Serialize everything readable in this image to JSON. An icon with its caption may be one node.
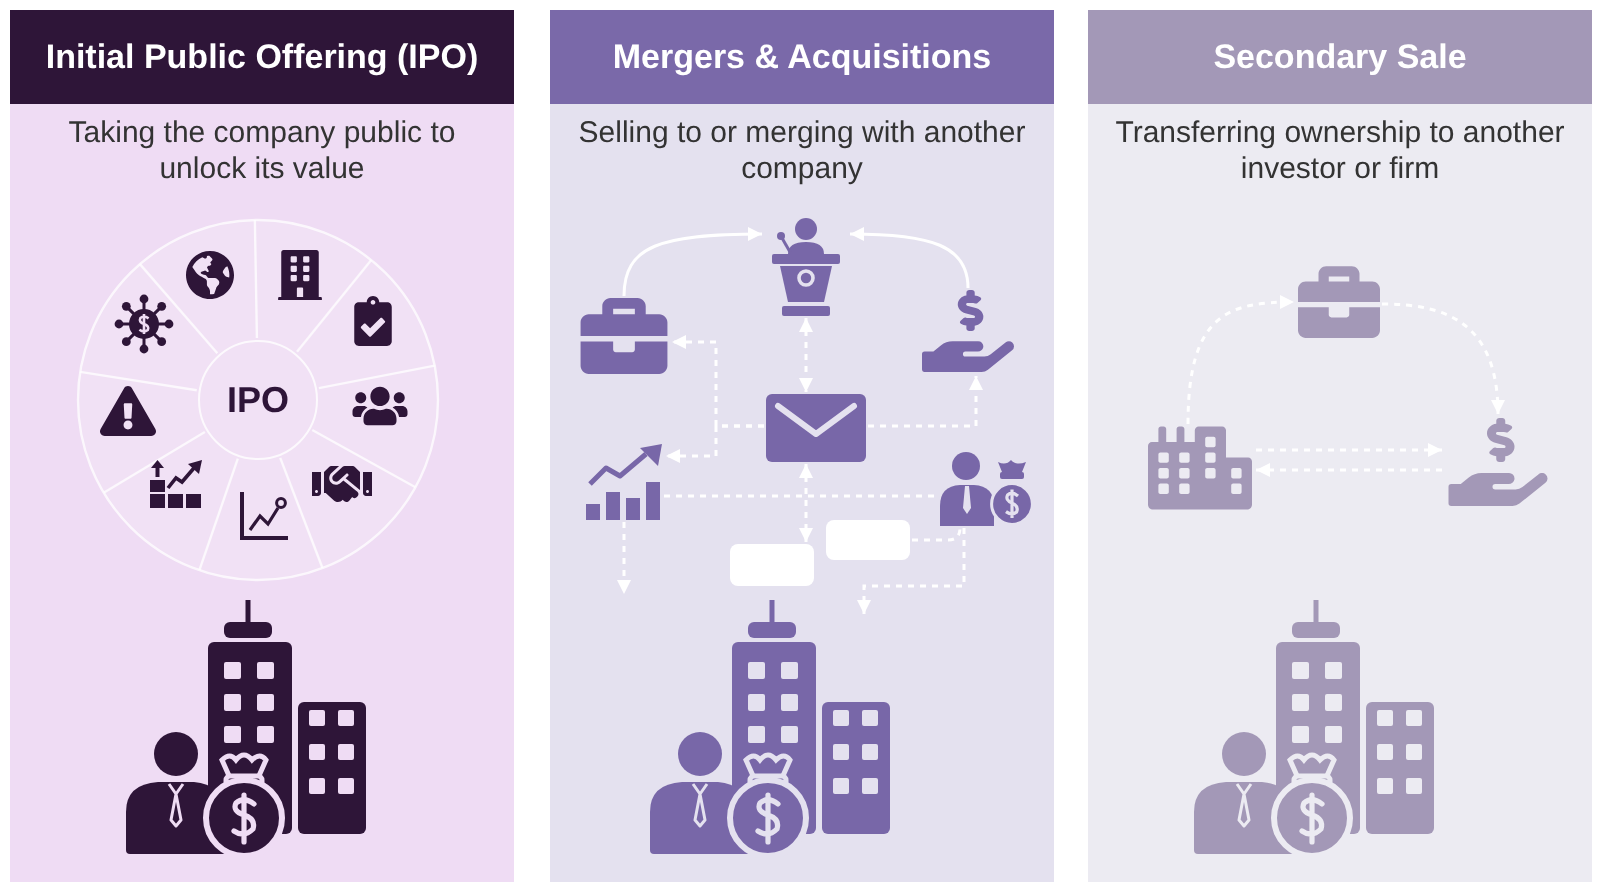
{
  "diagram": {
    "nodes": [
      {
        "text": [
          "Initial Public Offering (IPO)",
          "Taking the company public to unlock its value"
        ]
      },
      {
        "text": [
          "IPO"
        ],
        "in": 0
      },
      {
        "text": [
          "Mergers & Acquisitions",
          "Selling to or merging with another company"
        ]
      },
      {
        "text": [],
        "shape": "picture",
        "in": 2
      },
      {
        "text": [],
        "shape": "picture",
        "in": 2
      },
      {
        "text": [],
        "shape": "picture",
        "in": 2
      },
      {
        "text": [],
        "shape": "picture",
        "in": 2
      },
      {
        "text": [],
        "shape": "picture",
        "in": 2
      },
      {
        "text": [],
        "shape": "picture",
        "in": 2
      },
      {
        "text": [],
        "shape": "box",
        "in": 2
      },
      {
        "text": [],
        "shape": "box",
        "in": 2
      },
      {
        "text": [
          "Secondary Sale",
          "Transferring ownership to another investor or firm"
        ]
      },
      {
        "text": [],
        "shape": "picture",
        "in": 11
      },
      {
        "text": [],
        "shape": "picture",
        "in": 11
      },
      {
        "text": [],
        "shape": "picture",
        "in": 11
      }
    ],
    "edges": [
      {
        "from": 4,
        "to": 3,
        "arrow": "to"
      },
      {
        "from": 5,
        "to": 3,
        "arrow": "to"
      },
      {
        "from": 3,
        "to": 6,
        "arrow": "both",
        "style": "dashed"
      },
      {
        "from": 6,
        "to": 4,
        "arrow": "to",
        "style": "dashed"
      },
      {
        "from": 6,
        "to": 7,
        "arrow": "to",
        "style": "dashed"
      },
      {
        "from": 6,
        "to": 5,
        "arrow": "to",
        "style": "dashed"
      },
      {
        "from": 6,
        "to": 10,
        "arrow": "both",
        "style": "dashed"
      },
      {
        "from": 7,
        "to": 8,
        "arrow": "none",
        "style": "dashed"
      },
      {
        "from": 9,
        "to": 8,
        "arrow": "none",
        "style": "dashed"
      },
      {
        "from": 7,
        "to": null,
        "arrow": "to",
        "style": "dashed"
      },
      {
        "from": 8,
        "to": null,
        "arrow": "to",
        "style": "dashed"
      },
      {
        "from": 13,
        "to": 12,
        "arrow": "to",
        "style": "dashed"
      },
      {
        "from": 12,
        "to": 14,
        "arrow": "to",
        "style": "dashed"
      },
      {
        "from": 13,
        "to": 14,
        "arrow": "to",
        "style": "dashed"
      },
      {
        "from": 14,
        "to": 13,
        "arrow": "to",
        "style": "dashed"
      }
    ]
  }
}
